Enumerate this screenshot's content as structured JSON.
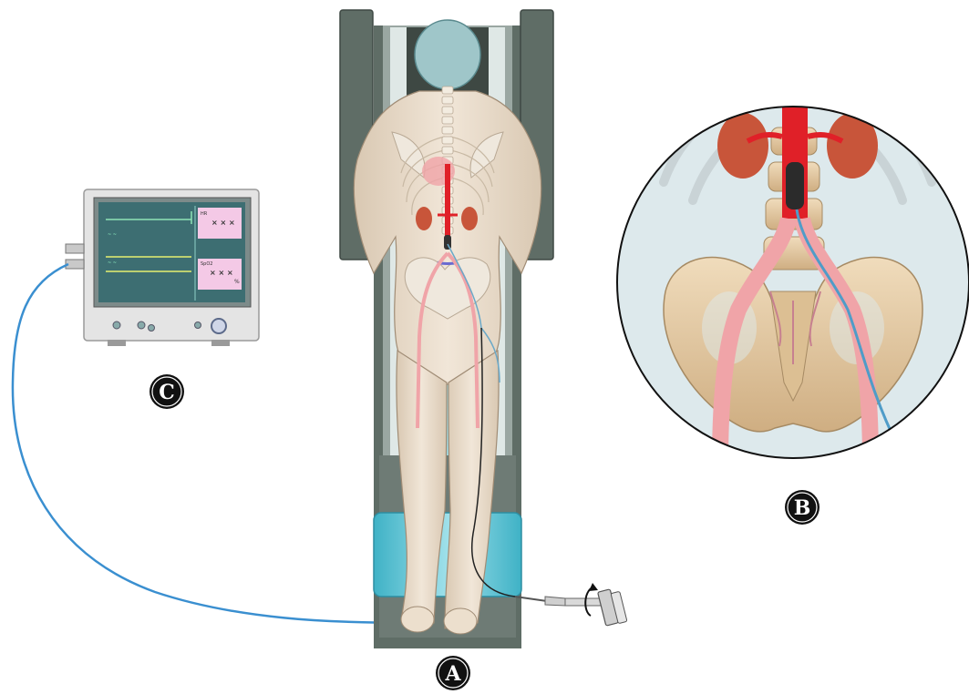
{
  "labels": {
    "a": "A",
    "b": "B",
    "c": "C"
  },
  "monitor": {
    "box1_label": "HR",
    "box1_value": "× × ×",
    "box2_label": "SpO2",
    "box2_value": "× × ×",
    "box2_unit": "%"
  },
  "colors": {
    "cable": "#3a8fd0",
    "table_frame": "#5f6d66",
    "table_inner": "#dfe8e6",
    "cushion": "#66c6d8",
    "skin": "#e9dccb",
    "artery": "#e02028",
    "artery_light": "#f0a4a8",
    "bone": "#e2c8a2",
    "kidney": "#c8553a",
    "magnified_bg": "#dde9ec",
    "monitor_body": "#e4e4e4",
    "monitor_screen": "#3d6e72",
    "label_circle": "#111111"
  },
  "icons": [
    "rotation-arrow-icon"
  ]
}
